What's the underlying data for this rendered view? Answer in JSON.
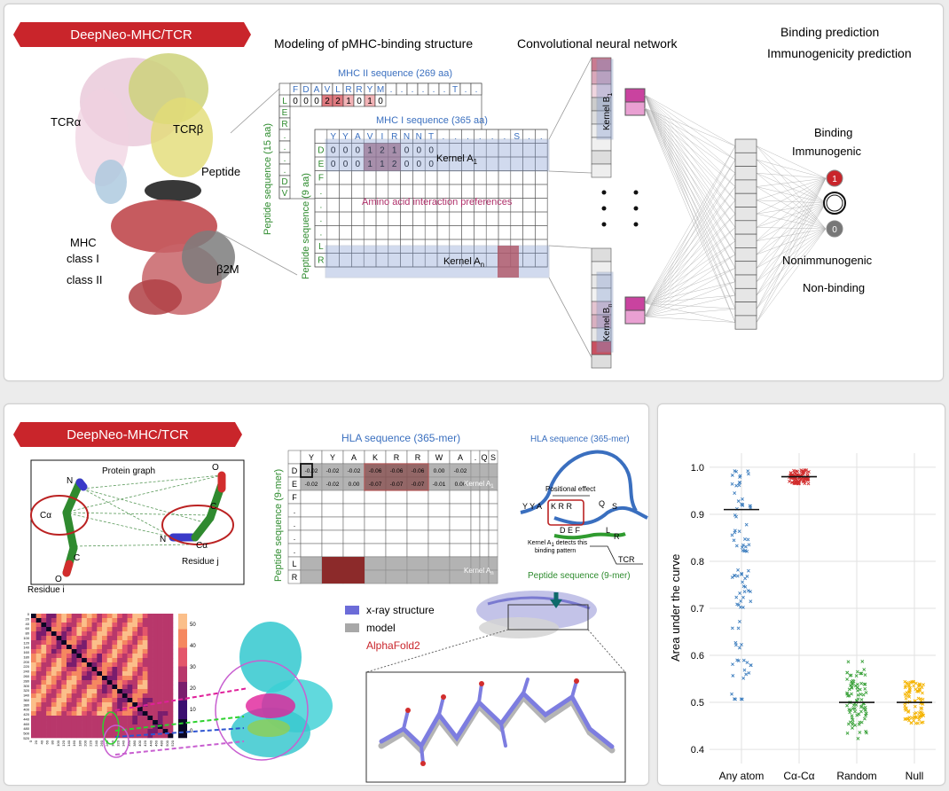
{
  "top": {
    "banner": "DeepNeo-MHC/TCR",
    "title_modeling": "Modeling of pMHC-binding structure",
    "title_cnn": "Convolutional neural network",
    "title_binding_pred": "Binding prediction",
    "title_immuno_pred": "Immunogenicity prediction",
    "labels": {
      "tcra": "TCRα",
      "tcrb": "TCRβ",
      "peptide": "Peptide",
      "mhc": "MHC",
      "class1": "class I",
      "class2": "class II",
      "b2m": "β2M"
    },
    "mhc2_header": "MHC II sequence (269 aa)",
    "mhc2_cols": [
      "F",
      "D",
      "A",
      "V",
      "L",
      "R",
      "R",
      "Y",
      "M",
      ".",
      ".",
      ".",
      ".",
      ".",
      ".",
      "T",
      ".",
      "."
    ],
    "mhc2_row1": [
      "0",
      "0",
      "0",
      "2",
      "2",
      "1",
      "0",
      "1",
      "0"
    ],
    "pep15_label": "Peptide sequence (15 aa)",
    "pep15_rows": [
      "L",
      "E",
      "R",
      ".",
      ".",
      ".",
      ".",
      "D",
      "V"
    ],
    "mhc1_header": "MHC I sequence (365 aa)",
    "mhc1_cols": [
      "Y",
      "Y",
      "A",
      "V",
      "I",
      "R",
      "N",
      "N",
      "T",
      ".",
      ".",
      ".",
      ".",
      ".",
      ".",
      "S",
      ".",
      "."
    ],
    "pep9_label": "Peptide sequence (9 aa)",
    "pep9_rows": [
      "D",
      "E",
      "F",
      ".",
      ".",
      ".",
      ".",
      "L",
      "R"
    ],
    "mhc1_row_d": [
      "0",
      "0",
      "0",
      "1",
      "2",
      "1",
      "0",
      "0",
      "0"
    ],
    "mhc1_row_e": [
      "0",
      "0",
      "0",
      "1",
      "1",
      "2",
      "0",
      "0",
      "0"
    ],
    "kernel_a1": "Kernel A",
    "kernel_a1_sub": "1",
    "kernel_an": "Kernel A",
    "kernel_an_sub": "n",
    "kernel_b1": "Kernel B",
    "kernel_b1_sub": "1",
    "kernel_bn": "Kernel B",
    "kernel_bn_sub": "n",
    "aa_pref": "Amino acid interaction preferences",
    "out_binding": "Binding",
    "out_immunogenic": "Immunogenic",
    "out_nonimmunogenic": "Nonimmunogenic",
    "out_nonbinding": "Non-binding",
    "node_1": "1",
    "node_0": "0"
  },
  "bl": {
    "banner": "DeepNeo-MHC/TCR",
    "graph_title": "Protein graph",
    "atoms": {
      "n1": "N",
      "ca1": "Cα",
      "c1": "C",
      "o1": "O",
      "n2": "N",
      "ca2": "Cα",
      "c2": "C",
      "o2": "O"
    },
    "res_i": "Residue i",
    "res_j": "Residue j",
    "hla_header": "HLA sequence (365-mer)",
    "hla_cols": [
      "Y",
      "Y",
      "A",
      "K",
      "R",
      "R",
      "W",
      "A",
      ".",
      "Q",
      "S"
    ],
    "pep_label": "Peptide sequence (9-mer)",
    "pep_rows": [
      "D",
      "E",
      "F",
      ".",
      ".",
      ".",
      ".",
      "L",
      "R"
    ],
    "row_d": [
      "-0.02",
      "-0.02",
      "-0.02",
      "-0.06",
      "-0.06",
      "-0.06",
      "0.00",
      "-0.02"
    ],
    "row_e": [
      "-0.02",
      "-0.02",
      "0.00",
      "-0.07",
      "-0.07",
      "-0.07",
      "-0.01",
      "0.00"
    ],
    "kernel_label": "Kernel A",
    "kernel_sub_1": "1",
    "kernel_sub_n": "n",
    "schem_hla": "HLA sequence (365-mer)",
    "schem_pos": "Positional effect",
    "schem_left": "Y Y A",
    "schem_krr": "K R R",
    "schem_q": "Q",
    "schem_s": "S",
    "schem_def": "D E F",
    "schem_l": "L",
    "schem_r": "R",
    "schem_tcr": "TCR",
    "schem_kernel": "Kernel A",
    "schem_kernel_sub": "1",
    "schem_detect": "detects this",
    "schem_pattern": "binding pattern",
    "schem_pep": "Peptide sequence (9-mer)",
    "legend_xray": "x-ray structure",
    "legend_model": "model",
    "legend_af": "AlphaFold2",
    "colorbar_ticks": [
      "50",
      "40",
      "30",
      "20",
      "10",
      "0"
    ],
    "heat_ticks": [
      "0",
      "20",
      "40",
      "60",
      "80",
      "100",
      "120",
      "140",
      "160",
      "180",
      "200",
      "220",
      "240",
      "260",
      "280",
      "300",
      "320",
      "340",
      "360",
      "380",
      "400",
      "420",
      "440",
      "460",
      "480",
      "500",
      "520"
    ]
  },
  "chart_data": {
    "type": "scatter",
    "title": "",
    "xlabel": "",
    "ylabel": "Area under the curve",
    "categories": [
      "Any atom",
      "Cα-Cα",
      "Random",
      "Null"
    ],
    "ylim": [
      0.37,
      1.03
    ],
    "yticks": [
      "0.4",
      "0.5",
      "0.6",
      "0.7",
      "0.8",
      "0.9",
      "1.0"
    ],
    "grid": true,
    "medians": [
      0.91,
      0.98,
      0.5,
      0.5
    ],
    "colors": [
      "#3f7fbf",
      "#d22d2d",
      "#3da33d",
      "#f5b400"
    ]
  }
}
